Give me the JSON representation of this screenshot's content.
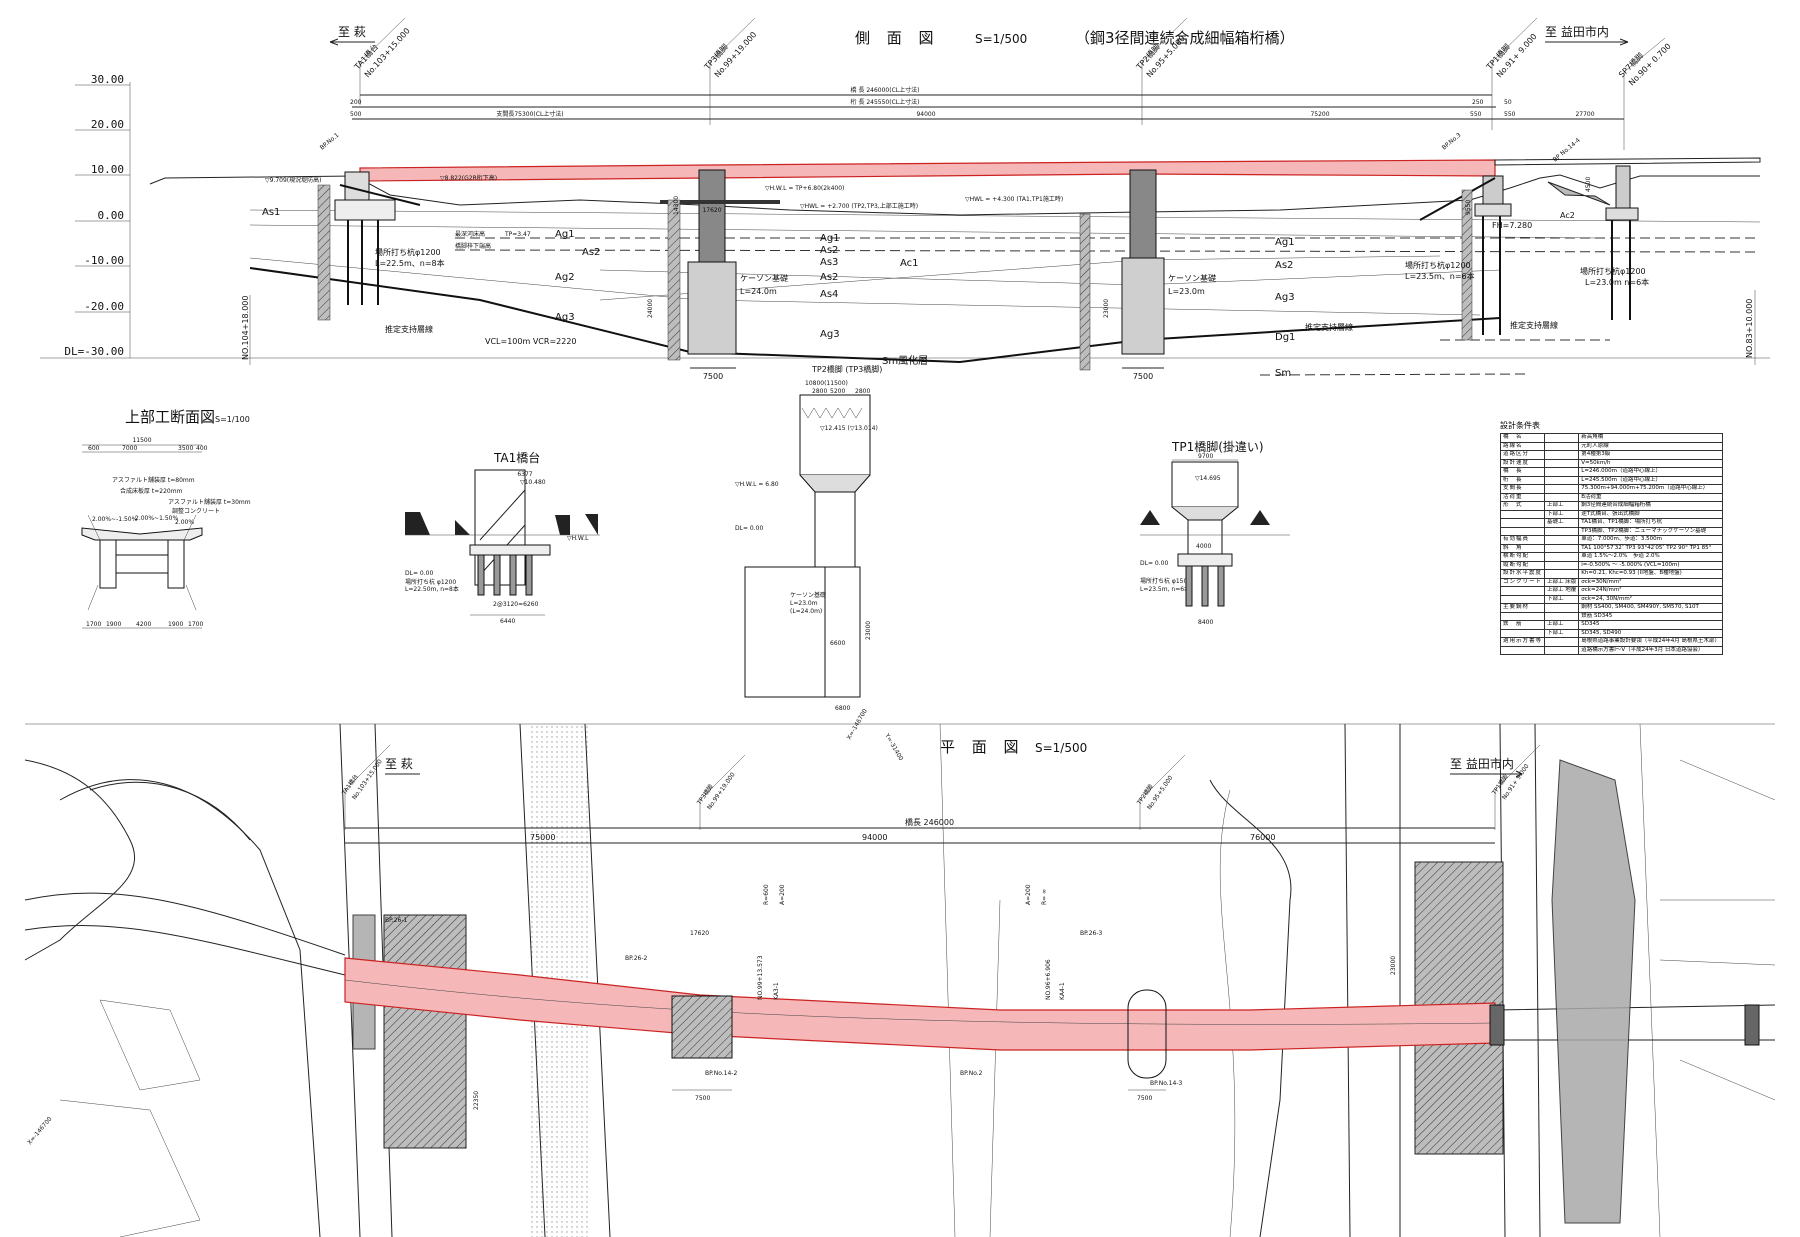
{
  "elevation": {
    "title": "側 面 図",
    "scale": "S=1/500",
    "bridge_type": "（鋼3径間連続合成細幅箱桁橋）",
    "to_left": "至 萩",
    "to_right": "至 益田市内",
    "axis_labels": [
      "30.00",
      "20.00",
      "10.00",
      "0.00",
      "-10.00",
      "-20.00",
      "DL=-30.00"
    ],
    "stations": [
      {
        "name": "TA1橋台",
        "no": "No.103+15.000"
      },
      {
        "name": "TP3橋脚",
        "no": "No.99+19.000"
      },
      {
        "name": "TP2橋脚",
        "no": "No.95+5.000"
      },
      {
        "name": "TP1橋脚",
        "no": "No.91+ 9.000"
      },
      {
        "name": "SP7橋脚",
        "no": "No.90+ 0.700"
      }
    ],
    "end_stations": [
      "NO.104+18.000",
      "NO.83+10.000"
    ],
    "dims": {
      "bridge_length": "橋 長 246000(CL上寸法)",
      "girder_length": "桁 長 245550(CL上寸法)",
      "span1": "支間長75300(CL上寸法)",
      "span2": "94000",
      "span3": "75200",
      "span4": "27700",
      "d200": "200",
      "d500": "500",
      "d250": "250",
      "d50": "50",
      "d550a": "550",
      "d550b": "550",
      "h14300": "14300",
      "h24000": "24000",
      "h23000": "23000",
      "h9550": "9550",
      "h4500": "4500",
      "w7500a": "7500",
      "w7500b": "7500",
      "w17620": "17620"
    },
    "water_levels": [
      "▽H.W.L = TP+6.80(2k400)",
      "▽HWL = +2.700 (TP2,TP3,上部工施工時)",
      "▽HWL = +4.300 (TA1,TP1施工時)",
      "▽8.822(G2R桁下高)",
      "▽9.709(現況堤防高)"
    ],
    "soil_layers": [
      "As1",
      "Ag1",
      "As2",
      "Ag2",
      "Ag3",
      "Ag1",
      "As2",
      "As3",
      "As2",
      "As4",
      "Ac1",
      "Ag3",
      "Ag1",
      "As2",
      "Ag3",
      "Dg1",
      "Sm",
      "Ac2",
      "Sm風化層"
    ],
    "notes": {
      "caisson_tp3": "ケーソン基礎",
      "caisson_tp3_len": "L=24.0m",
      "caisson_tp2": "ケーソン基礎",
      "caisson_tp2_len": "L=23.0m",
      "pile_ta1": "場所打ち杭φ1200",
      "pile_ta1_len": "L=22.5m、n=8本",
      "pile_tp1": "場所打ち杭φ1200",
      "pile_tp1_len": "L=23.5m、n=6本",
      "pile_sp7": "場所打ち杭φ1200",
      "pile_sp7_len": "L=23.0m n=6本",
      "support_line_1": "推定支持層線",
      "support_line_2": "推定支持層線",
      "support_line_3": "推定支持層線",
      "vcl": "VCL=100m  VCR=2220",
      "fh": "FH=7.280",
      "bp1": "BP.No.1",
      "bp3": "BP.No.3",
      "bp144": "BP No.14-4",
      "river_bed": "最深河床高",
      "footing_top": "橋脚梓下端高",
      "tp_347": "TP=3.47"
    }
  },
  "superstructure_section": {
    "title": "上部工断面図",
    "scale": "S=1/100",
    "total_width": "11500",
    "dims_top": [
      "600",
      "7000",
      "3500",
      "400"
    ],
    "dims_bottom": [
      "1700",
      "1900",
      "4200",
      "1900",
      "1700"
    ],
    "labels": [
      "アスファルト舗装厚 t=80mm",
      "合成床板厚 t=220mm",
      "アスファルト舗装厚 t=30mm",
      "調整コンクリート",
      "2.00%~-1.50%",
      "2.00%~1.50%",
      "2.00%"
    ]
  },
  "ta1": {
    "title": "TA1橋台",
    "top_width": "6377",
    "level": "▽10.480",
    "dl": "DL= 0.00",
    "pile": "場所打ち杭 φ1200",
    "pile_len": "L=22.50m, n=8本",
    "pile_spacing": "2@3120=6260",
    "bottom_width": "6440",
    "hwl": "▽H.W.L"
  },
  "tp2": {
    "title": "TP2橋脚 (TP3橋脚)",
    "top_width": "10800(11500)",
    "top_dims": [
      "2800",
      "5200",
      "2800"
    ],
    "level": "▽12.415 (▽13.014)",
    "hwl": "▽H.W.L = 6.80",
    "dl": "DL= 0.00",
    "caisson": "ケーソン基礎",
    "caisson_len": "L=23.0m",
    "caisson_len2": "(L=24.0m)",
    "w6800": "6800",
    "w6600": "6600",
    "h23000": "23000"
  },
  "tp1": {
    "title": "TP1橋脚(掛違い)",
    "top_width": "9700",
    "level": "▽14.695",
    "dl": "DL= 0.00",
    "pile": "場所打ち杭 φ1500",
    "pile_len": "L=23.5m, n=6本",
    "w4000": "4000",
    "bottom_width": "8400"
  },
  "design_table": {
    "title": "設計条件表",
    "rows": [
      [
        "橋　名",
        "",
        "新高角橋"
      ],
      [
        "路線名",
        "",
        "元町人原線"
      ],
      [
        "道路区分",
        "",
        "第4種第3級"
      ],
      [
        "設計速度",
        "",
        "V=50km/h"
      ],
      [
        "橋　長",
        "",
        "L=246.000m（道路中心線上）"
      ],
      [
        "桁　長",
        "",
        "L=245.500m（道路中心線上）"
      ],
      [
        "支間長",
        "",
        "75.300m+94.000m+75.200m（道路中心線上）"
      ],
      [
        "活荷重",
        "",
        "B活荷重"
      ],
      [
        "形　式",
        "上部工",
        "鋼3径間連続合成細幅箱桁橋"
      ],
      [
        "",
        "下部工",
        "逆T式橋台、張出式橋脚"
      ],
      [
        "",
        "基礎工",
        "TA1橋台、TP1橋脚：場所打ち杭"
      ],
      [
        "",
        "",
        "TP3橋脚、TP2橋脚：ニューマチックケーソン基礎"
      ],
      [
        "有効幅員",
        "",
        "車道：7.000m、歩道：3.500m"
      ],
      [
        "斜　角",
        "",
        "TA1 100°57′32″  TP3 93°42′05″  TP2 90°  TP1 85°"
      ],
      [
        "横断勾配",
        "",
        "車道 1.5%〜2.0%　歩道 2.0%"
      ],
      [
        "縦断勾配",
        "",
        "i=-0.500% 〜 -5.000% (VCL=100m)"
      ],
      [
        "設計水平震度",
        "",
        "Kh=0.21, Khc=0.93 (II地盤、B種地盤)"
      ],
      [
        "コンクリート",
        "上部工 床版",
        "σck=30N/mm²"
      ],
      [
        "",
        "上部工 地覆",
        "σck=24N/mm²"
      ],
      [
        "",
        "下部工",
        "σck=24, 30N/mm²"
      ],
      [
        "主要鋼材",
        "",
        "鋼材 SS400, SM400, SM490Y, SM570, S10T"
      ],
      [
        "",
        "",
        "鉄筋 SD345"
      ],
      [
        "鉄　筋",
        "上部工",
        "SD345"
      ],
      [
        "",
        "下部工",
        "SD345, SD490"
      ],
      [
        "適用示方書等",
        "",
        "島根県道路事業設計要領（平成24年4月 島根県土木部）"
      ],
      [
        "",
        "",
        "道路橋示方書I〜V（平成24年3月 日本道路協会）"
      ]
    ]
  },
  "plan": {
    "title": "平 面 図",
    "scale": "S=1/500",
    "to_left": "至 萩",
    "to_right": "至 益田市内",
    "stations": [
      {
        "name": "TA1橋台",
        "no": "No.103+15.000"
      },
      {
        "name": "TP3橋脚",
        "no": "No.99+19.000"
      },
      {
        "name": "TP2橋脚",
        "no": "No.95+5.000"
      },
      {
        "name": "TP1橋脚",
        "no": "No.91+ 9.000"
      }
    ],
    "bridge_length": "橋長 246000",
    "span_75000": "75000",
    "span_94000": "94000",
    "span_76000": "76000",
    "bp_labels": [
      "BP.26-1",
      "BP.26-2",
      "BP.26-3",
      "BP.No.14-2",
      "BP.No.2",
      "BP.No.14-3"
    ],
    "curve_1": [
      "R=600",
      "A=200"
    ],
    "curve_2": [
      "A=200",
      "R= ∞"
    ],
    "station_1": "NO.99+13.573",
    "station_2": "NO.96+6.906",
    "ka": [
      "KA3-1",
      "KA4-1"
    ],
    "dims": [
      "17620",
      "7500",
      "7500",
      "22350",
      "23000",
      "X=-146700",
      "Y=-31400",
      "X=-146700"
    ]
  },
  "colors": {
    "girder_fill": "#f5b7b7",
    "girder_stroke": "#cc2222",
    "pier": "#888888",
    "caisson": "#cfcfcf"
  }
}
